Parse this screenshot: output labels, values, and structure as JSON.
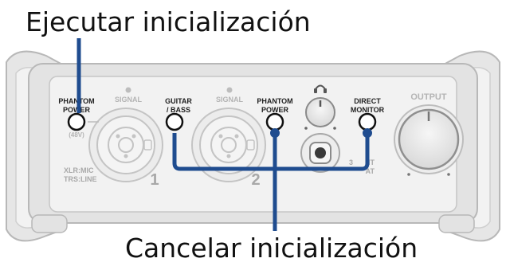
{
  "callouts": {
    "top": "Ejecutar inicialización",
    "bottom": "Cancelar inicialización"
  },
  "panel": {
    "phantom_power_left": [
      "PHANTOM",
      "POWER"
    ],
    "phantom_48v": "(48V)",
    "signal_1": "SIGNAL",
    "signal_2": "SIGNAL",
    "guitar_bass": [
      "GUITAR",
      "/ BASS"
    ],
    "phantom_power_right": [
      "PHANTOM",
      "POWER"
    ],
    "direct_monitor": [
      "DIRECT",
      "MONITOR"
    ],
    "output": "OUTPUT",
    "xlr_mic": "XLR:MIC",
    "trs_line": "TRS:LINE",
    "channel_1": "1",
    "channel_2": "2",
    "stereo_out_partial": [
      "3",
      "NT",
      "AT"
    ]
  },
  "colors": {
    "highlight": "#1f4c8f",
    "device_body": "#e3e3e3",
    "device_edge": "#b8b8b8",
    "panel_face": "#f2f2f2"
  },
  "icons": {
    "headphone": "headphone-icon"
  }
}
